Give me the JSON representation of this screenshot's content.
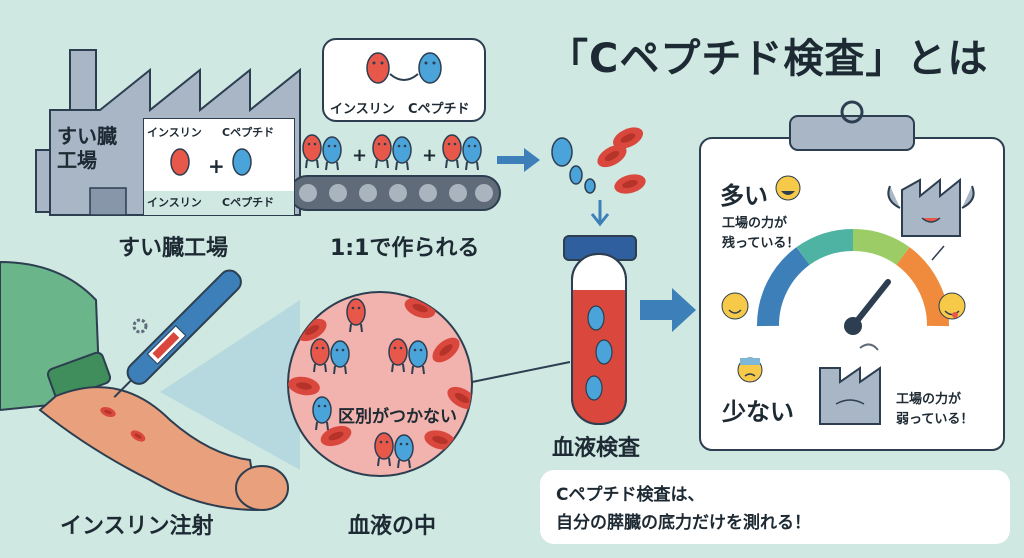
{
  "title": "「Cペプチド検査」とは",
  "factory": {
    "sign_label": "すい臓工場",
    "caption": "すい臓工場",
    "box_top_left": "インスリン",
    "box_top_right": "Cペプチド",
    "box_bottom_left": "インスリン",
    "box_bottom_right": "Cペプチド",
    "plus": "+"
  },
  "bubble": {
    "left_label": "インスリン",
    "right_label": "Cペプチド"
  },
  "conveyor": {
    "caption": "1:1で作られる",
    "plus": "+"
  },
  "injection": {
    "caption": "インスリン注射"
  },
  "blood_circle": {
    "center_text": "区別がつかない",
    "caption": "血液の中"
  },
  "test_tube": {
    "caption": "血液検査"
  },
  "clipboard": {
    "high_label": "多い",
    "high_note_line1": "工場の力が",
    "high_note_line2": "残っている！",
    "low_label": "少ない",
    "low_note_line1": "工場の力が",
    "low_note_line2": "弱っている！"
  },
  "summary": {
    "line1": "Cペプチド検査は、",
    "line2": "自分の膵臓の底力だけを測れる！"
  },
  "colors": {
    "background": "#cfe8e2",
    "insulin": "#e8584a",
    "c_peptide": "#4aa3d9",
    "blood": "#d9473d",
    "factory": "#a9b6c6",
    "accent_arrow": "#3d7fb8"
  }
}
